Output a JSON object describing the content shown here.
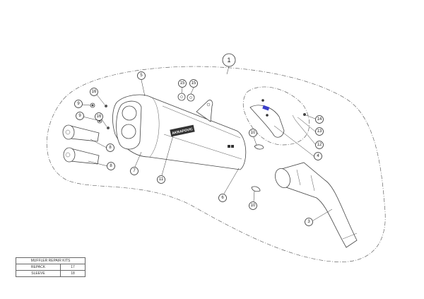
{
  "diagram": {
    "brand_mark": "AKRAPOVIC",
    "callouts": {
      "c1": "1",
      "c3": "3",
      "c4": "4",
      "c5": "5",
      "c6": "6",
      "c7": "7",
      "c8a": "8",
      "c8b": "8",
      "c9a": "9",
      "c9b": "9",
      "c10a": "10",
      "c10b": "10",
      "c11": "11",
      "c12": "12",
      "c13": "13",
      "c14": "14",
      "c15a": "15",
      "c15b": "15",
      "c16a": "16",
      "c16b": "16"
    }
  },
  "repair_kits": {
    "title": "MUFFLER REPAIR KITS",
    "rows": [
      {
        "name": "REPACK",
        "part": "17"
      },
      {
        "name": "SLEEVE",
        "part": "18"
      }
    ]
  },
  "colors": {
    "accent_label": "#3b3fc8"
  }
}
